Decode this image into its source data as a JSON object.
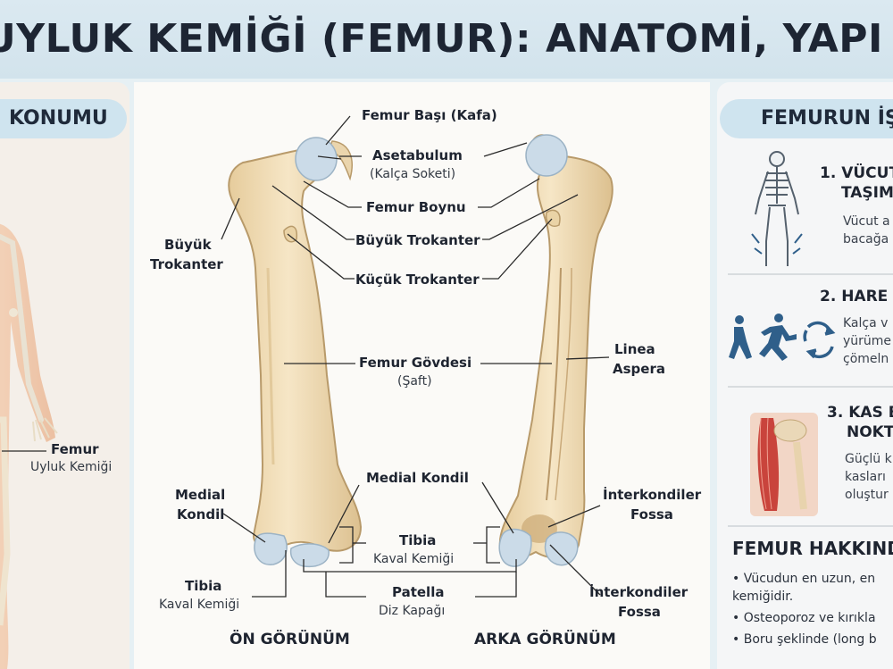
{
  "title": "UYLUK KEMİĞİ (FEMUR): ANATOMİ, YAPI VE İŞLEV",
  "left_panel": {
    "heading": "KONUMU",
    "femur_label": "Femur",
    "femur_sub": "Uyluk Kemiği"
  },
  "center": {
    "labels": {
      "femur_basi": "Femur Başı (Kafa)",
      "asetabulum": "Asetabulum",
      "asetabulum_sub": "(Kalça Soketi)",
      "femur_boynu": "Femur Boynu",
      "buyuk_trokanter_mid": "Büyük Trokanter",
      "kucuk_trokanter": "Küçük Trokanter",
      "buyuk_trokanter_left_1": "Büyük",
      "buyuk_trokanter_left_2": "Trokanter",
      "femur_govdesi": "Femur Gövdesi",
      "femur_govdesi_sub": "(Şaft)",
      "linea_1": "Linea",
      "linea_2": "Aspera",
      "medial_kondil_mid": "Medial Kondil",
      "medial_kondil_left_1": "Medial",
      "medial_kondil_left_2": "Kondil",
      "interkondiler_top_1": "İnterkondiler",
      "interkondiler_top_2": "Fossa",
      "tibia_mid": "Tibia",
      "tibia_mid_sub": "Kaval Kemiği",
      "tibia_left": "Tibia",
      "tibia_left_sub": "Kaval Kemiği",
      "patella": "Patella",
      "patella_sub": "Diz Kapağı",
      "interkondiler_bot_1": "İnterkondiler",
      "interkondiler_bot_2": "Fossa"
    },
    "view_front": "ÖN GÖRÜNÜM",
    "view_back": "ARKA GÖRÜNÜM"
  },
  "right_panel": {
    "heading": "FEMURUN İŞLEVLERİ",
    "items": [
      {
        "title_1": "1. VÜCUT",
        "title_2": "TAŞIM",
        "text_1": "Vücut a",
        "text_2": "bacağa"
      },
      {
        "title_1": "2. HARE",
        "title_2": "",
        "text_1": "Kalça v",
        "text_2": "yürüme",
        "text_3": "çömeln"
      },
      {
        "title_1": "3. KAS B",
        "title_2": "NOKT",
        "text_1": "Güçlü k",
        "text_2": "kasları",
        "text_3": "oluştur"
      }
    ],
    "facts_title": "FEMUR HAKKINDA",
    "facts": [
      "• Vücudun en uzun, en",
      "   kemiğidir.",
      "• Osteoporoz ve kırıkla",
      "• Boru şeklinde (long b"
    ]
  },
  "colors": {
    "bone": "#f1dfbc",
    "bone_shade": "#d9bd8e",
    "bone_outline": "#b89a6a",
    "cartilage": "#c9d9e6",
    "accent_pill": "#cfe4ef",
    "muscle": "#c9443c",
    "icon_blue": "#2f5f8a"
  }
}
